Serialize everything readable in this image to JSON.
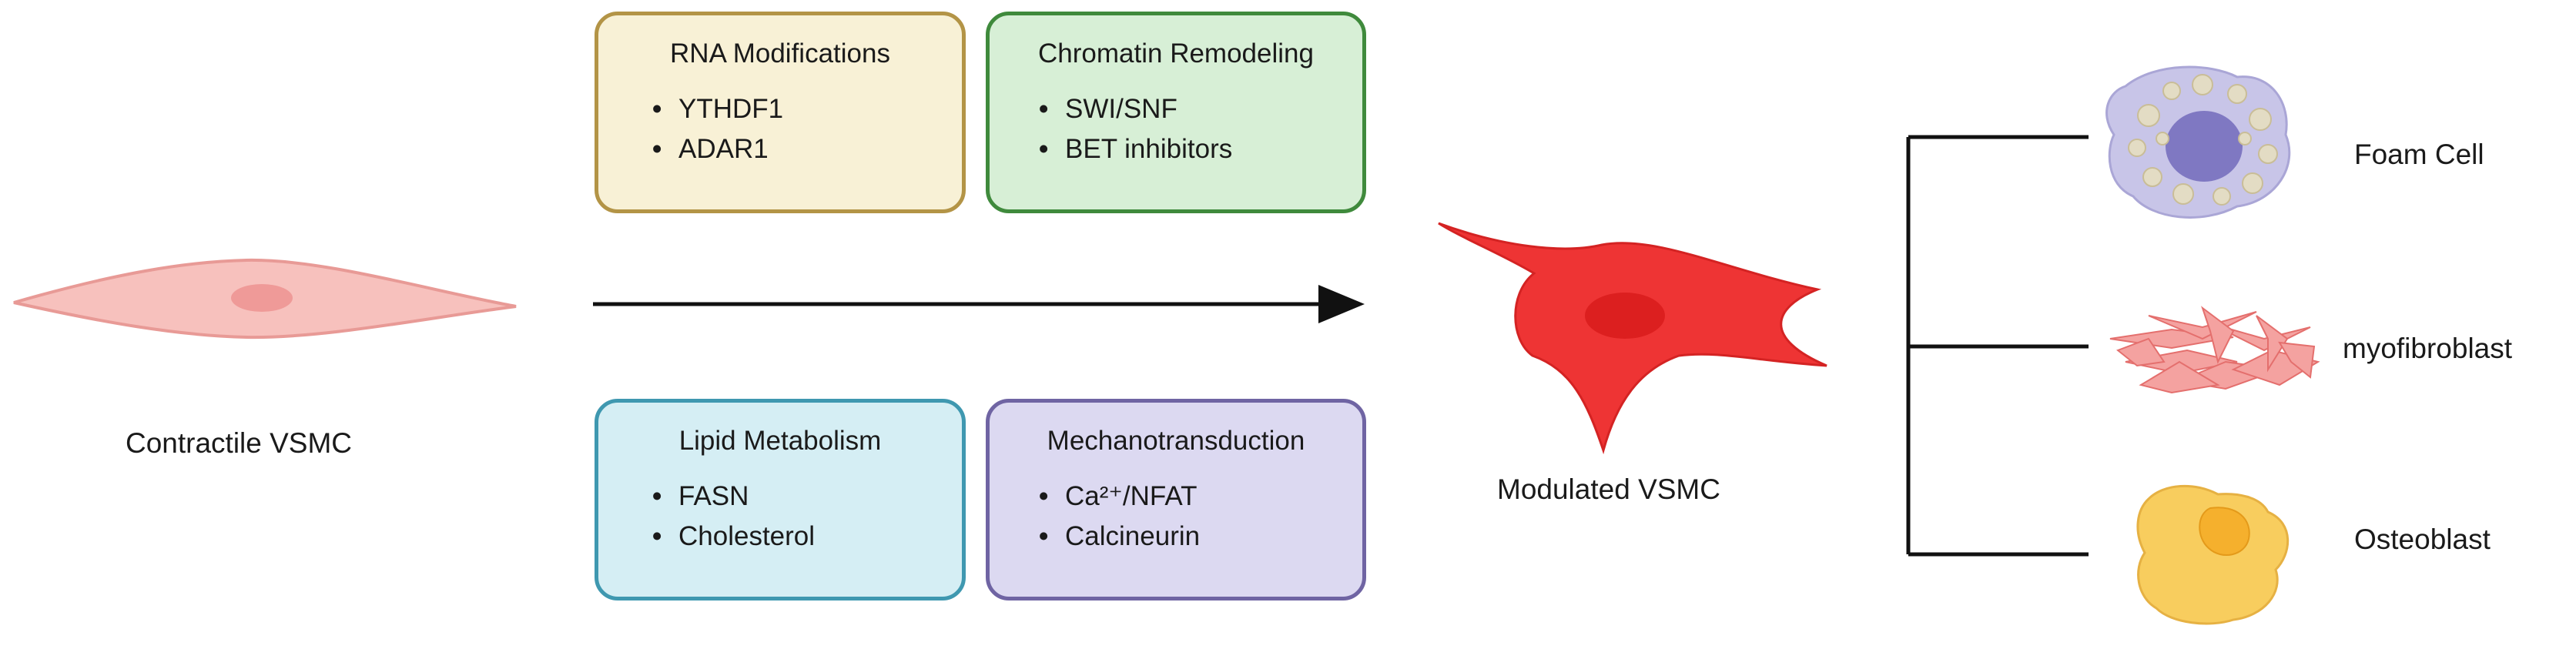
{
  "left_cell": {
    "label": "Contractile VSMC"
  },
  "center_cell": {
    "label": "Modulated VSMC"
  },
  "boxes": {
    "rna": {
      "title": "RNA Modifications",
      "items": [
        "YTHDF1",
        "ADAR1"
      ]
    },
    "chromatin": {
      "title": "Chromatin Remodeling",
      "items": [
        "SWI/SNF",
        "BET inhibitors"
      ]
    },
    "lipid": {
      "title": "Lipid Metabolism",
      "items": [
        "FASN",
        "Cholesterol"
      ]
    },
    "mechano": {
      "title": "Mechanotransduction",
      "items": [
        "Ca²⁺/NFAT",
        "Calcineurin"
      ]
    }
  },
  "outcomes": [
    {
      "label": "Foam Cell",
      "icon": "foam-cell-icon"
    },
    {
      "label": "myofibroblast",
      "icon": "myofibroblast-icon"
    },
    {
      "label": "Osteoblast",
      "icon": "osteoblast-icon"
    }
  ],
  "colors": {
    "rna_fill": "#f8f1d6",
    "rna_border": "#b39446",
    "chromatin_fill": "#d7efd6",
    "chromatin_border": "#3f8a3c",
    "lipid_fill": "#d5eef4",
    "lipid_border": "#3f98b0",
    "mechano_fill": "#dcd9f1",
    "mechano_border": "#6f64a3",
    "contractile_cell": "#f4b4b0",
    "modulated_cell": "#ee3434"
  }
}
